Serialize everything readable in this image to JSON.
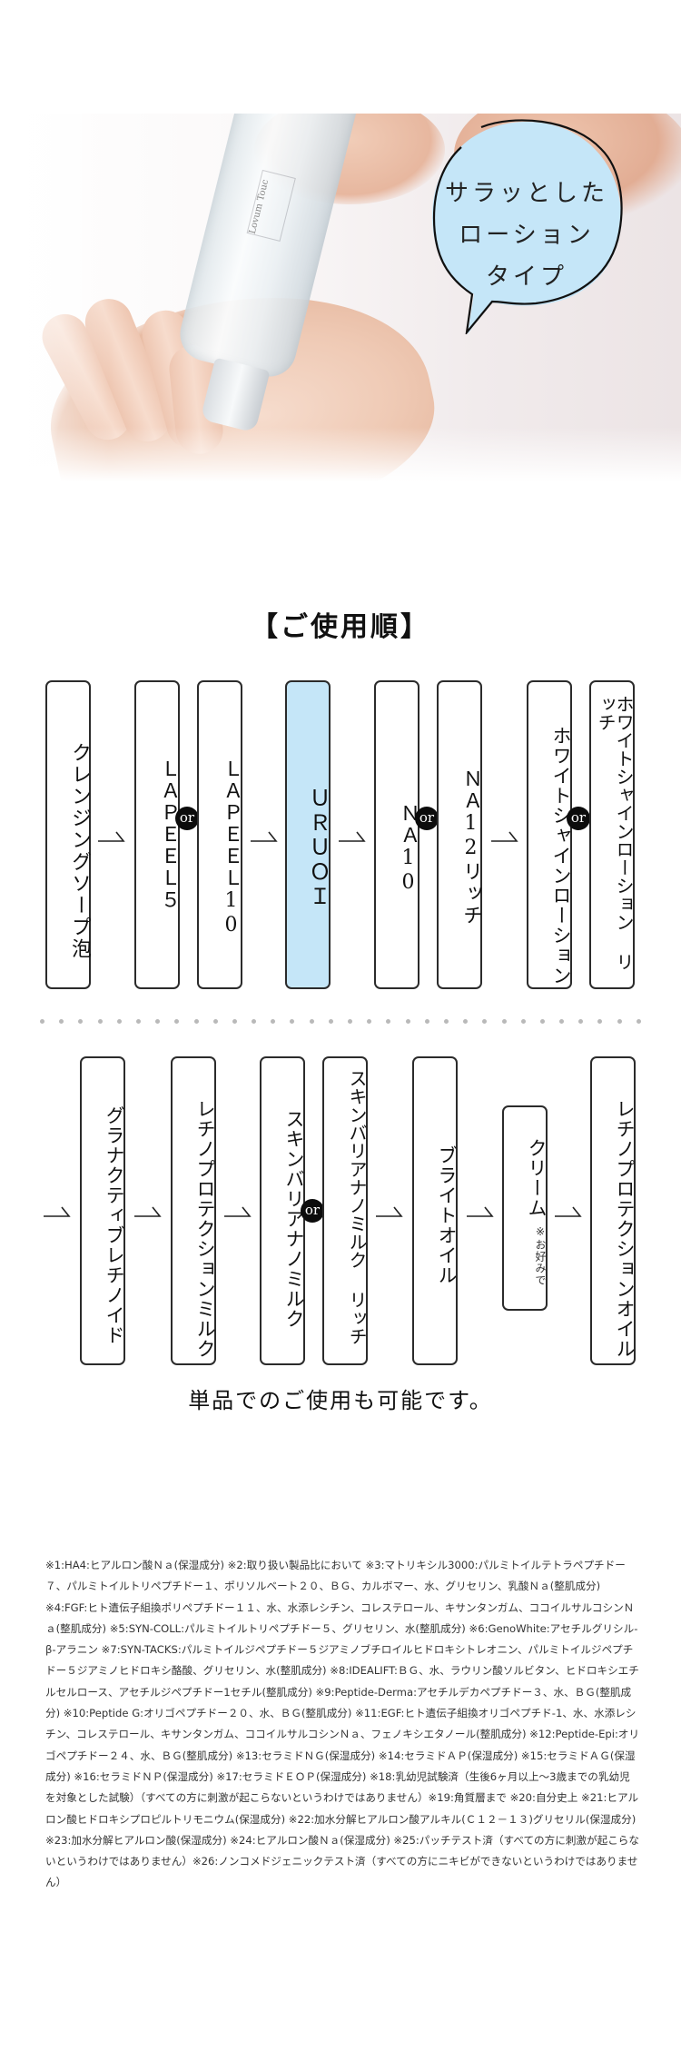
{
  "hero": {
    "bubble_lines": [
      "サラッとした",
      "ローション",
      "タイプ"
    ],
    "bubble_color": "#c5e6f8",
    "bottle_label": "Lovum Touc"
  },
  "usage": {
    "title": "【ご使用順】",
    "or_label": "or",
    "highlight_color": "#c5e6f8",
    "moon_color": "#f5c400",
    "row1": [
      {
        "label": "クレンジングソープ泡"
      },
      {
        "label": "ＬＡＰＥＥＬ５"
      },
      {
        "label": "ＬＡＰＥＥＬ10"
      },
      {
        "label": "ＵＲＵＯＩ",
        "highlight": true
      },
      {
        "label": "ＮＡ10"
      },
      {
        "label": "ＮＡ12リッチ"
      },
      {
        "label": "ホワイトシャインローション"
      },
      {
        "label": "ホワイトシャインローション リッチ"
      }
    ],
    "row2": [
      {
        "label": "グラナクティブレチノイド",
        "night": true
      },
      {
        "label": "レチノプロテクションミルク",
        "night": true
      },
      {
        "label": "スキンバリアナノミルク"
      },
      {
        "label": "スキンバリアナノミルク リッチ"
      },
      {
        "label": "ブライトオイル"
      },
      {
        "label": "クリーム",
        "note": "※お好みで"
      },
      {
        "label": "レチノプロテクションオイル",
        "night": true
      }
    ],
    "single_use": "単品でのご使用も可能です。"
  },
  "footnotes": "※1:HA4:ヒアルロン酸Ｎａ(保湿成分) ※2:取り扱い製品比において ※3:マトリキシル3000:パルミトイルテトラペプチドー７、パルミトイルトリペプチドー１、ポリソルベート２０、ＢＧ、カルボマー、水、グリセリン、乳酸Ｎａ(整肌成分) ※4:FGF:ヒト遺伝子組換ポリペプチドー１１、水、水添レシチン、コレステロール、キサンタンガム、ココイルサルコシンＮａ(整肌成分) ※5:SYN-COLL:パルミトイルトリペプチドー５、グリセリン、水(整肌成分) ※6:GenoWhite:アセチルグリシル-β-アラニン ※7:SYN-TACKS:パルミトイルジペプチドー５ジアミノブチロイルヒドロキシトレオニン、パルミトイルジペプチドー５ジアミノヒドロキシ酪酸、グリセリン、水(整肌成分) ※8:IDEALIFT:ＢＧ、水、ラウリン酸ソルビタン、ヒドロキシエチルセルロース、アセチルジペプチドー1セチル(整肌成分) ※9:Peptide-Derma:アセチルデカペプチドー３、水、ＢＧ(整肌成分) ※10:Peptide G:オリゴペプチドー２０、水、ＢＧ(整肌成分) ※11:EGF:ヒト遺伝子組換オリゴペプチド-1、水、水添レシチン、コレステロール、キサンタンガム、ココイルサルコシンＮａ、フェノキシエタノール(整肌成分) ※12:Peptide-Epi:オリゴペプチドー２４、水、ＢＧ(整肌成分) ※13:セラミドＮＧ(保湿成分) ※14:セラミドＡＰ(保湿成分) ※15:セラミドＡＧ(保湿成分) ※16:セラミドＮＰ(保湿成分) ※17:セラミドＥＯＰ(保湿成分) ※18:乳幼児試験済（生後6ヶ月以上～3歳までの乳幼児を対象とした試験）（すべての方に刺激が起こらないというわけではありません）※19:角質層まで ※20:自分史上 ※21:ヒアルロン酸ヒドロキシプロピルトリモニウム(保湿成分) ※22:加水分解ヒアルロン酸アルキル(Ｃ１２－１３)グリセリル(保湿成分) ※23:加水分解ヒアルロン酸(保湿成分) ※24:ヒアルロン酸Ｎａ(保湿成分) ※25:パッチテスト済（すべての方に刺激が起こらないというわけではありません）※26:ノンコメドジェニックテスト済（すべての方にニキビができないというわけではありません）"
}
